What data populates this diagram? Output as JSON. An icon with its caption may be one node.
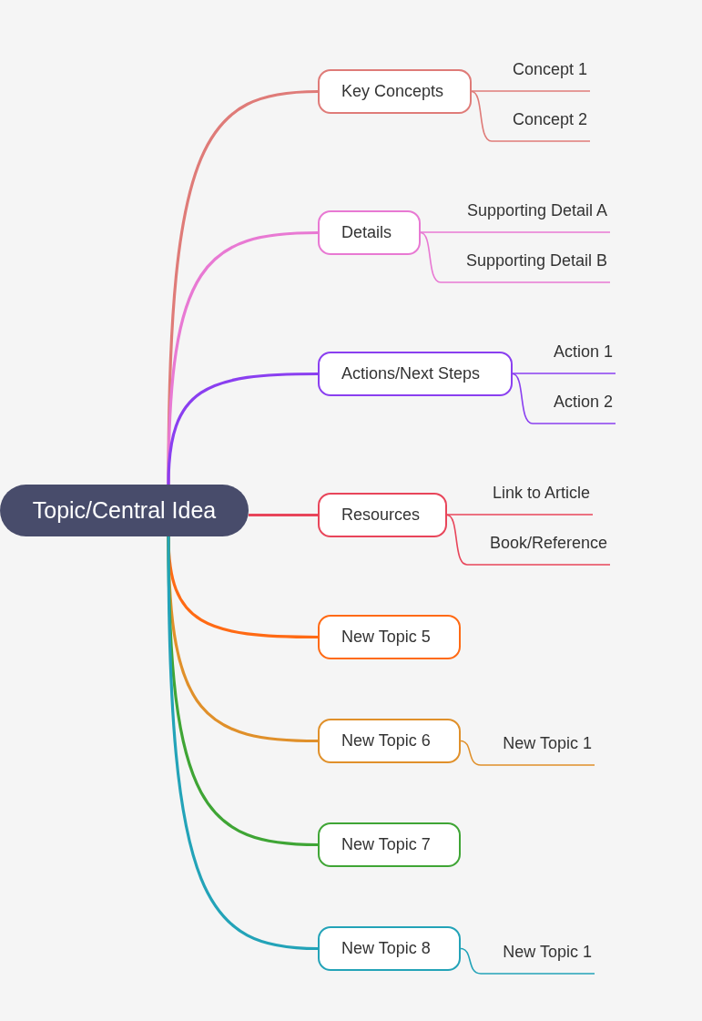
{
  "diagram": {
    "nodes": [
      {
        "text": [
          "Topic/Central Idea"
        ]
      },
      {
        "text": [
          "Key Concepts"
        ]
      },
      {
        "text": [
          "Concept 1"
        ]
      },
      {
        "text": [
          "Concept 2"
        ]
      },
      {
        "text": [
          "Details"
        ]
      },
      {
        "text": [
          "Supporting Detail A"
        ]
      },
      {
        "text": [
          "Supporting Detail B"
        ]
      },
      {
        "text": [
          "Actions/Next Steps"
        ]
      },
      {
        "text": [
          "Action 1"
        ]
      },
      {
        "text": [
          "Action 2"
        ]
      },
      {
        "text": [
          "Resources"
        ]
      },
      {
        "text": [
          "Link to Article"
        ]
      },
      {
        "text": [
          "Book/Reference"
        ]
      },
      {
        "text": [
          "New Topic 5"
        ]
      },
      {
        "text": [
          "New Topic 6"
        ]
      },
      {
        "text": [
          "New Topic 1"
        ]
      },
      {
        "text": [
          "New Topic 7"
        ]
      },
      {
        "text": [
          "New Topic 8"
        ]
      },
      {
        "text": [
          "New Topic 1"
        ]
      }
    ],
    "edges": [
      {
        "from": 0,
        "to": 1,
        "arrow": "none",
        "color": "#df7b78"
      },
      {
        "from": 1,
        "to": 2,
        "arrow": "none",
        "color": "#df7b78"
      },
      {
        "from": 1,
        "to": 3,
        "arrow": "none",
        "color": "#df7b78"
      },
      {
        "from": 0,
        "to": 4,
        "arrow": "none",
        "color": "#e879d3"
      },
      {
        "from": 4,
        "to": 5,
        "arrow": "none",
        "color": "#e879d3"
      },
      {
        "from": 4,
        "to": 6,
        "arrow": "none",
        "color": "#e879d3"
      },
      {
        "from": 0,
        "to": 7,
        "arrow": "none",
        "color": "#8a3ff0"
      },
      {
        "from": 7,
        "to": 8,
        "arrow": "none",
        "color": "#8a3ff0"
      },
      {
        "from": 7,
        "to": 9,
        "arrow": "none",
        "color": "#8a3ff0"
      },
      {
        "from": 0,
        "to": 10,
        "arrow": "none",
        "color": "#e8455a"
      },
      {
        "from": 10,
        "to": 11,
        "arrow": "none",
        "color": "#e8455a"
      },
      {
        "from": 10,
        "to": 12,
        "arrow": "none",
        "color": "#e8455a"
      },
      {
        "from": 0,
        "to": 13,
        "arrow": "none",
        "color": "#ff6a14"
      },
      {
        "from": 0,
        "to": 14,
        "arrow": "none",
        "color": "#e0902a"
      },
      {
        "from": 14,
        "to": 15,
        "arrow": "none",
        "color": "#e0902a"
      },
      {
        "from": 0,
        "to": 16,
        "arrow": "none",
        "color": "#3fa535"
      },
      {
        "from": 0,
        "to": 17,
        "arrow": "none",
        "color": "#23a3b8"
      },
      {
        "from": 17,
        "to": 18,
        "arrow": "none",
        "color": "#23a3b8"
      }
    ]
  }
}
